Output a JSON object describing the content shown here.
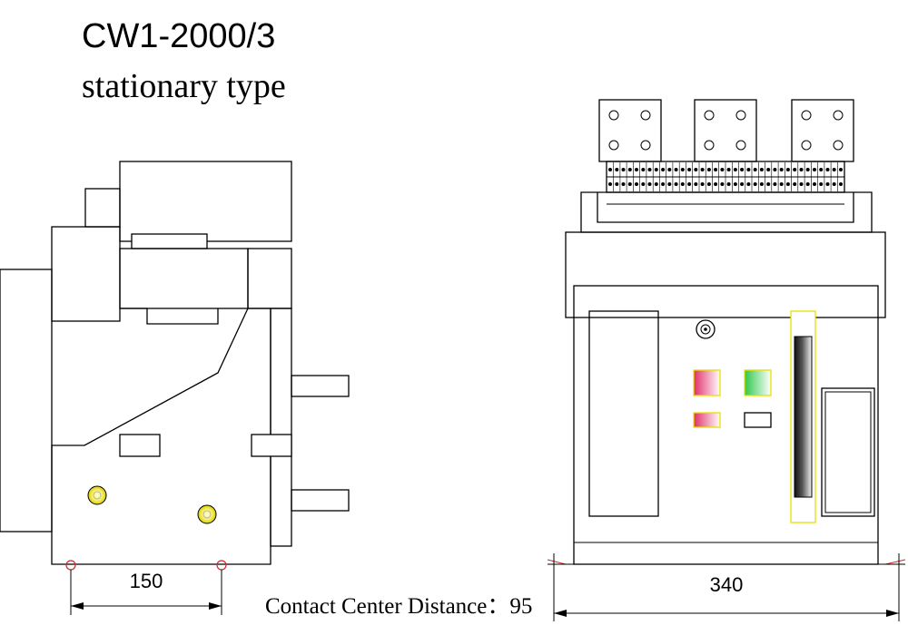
{
  "title": "CW1-2000/3",
  "subtitle": "stationary type",
  "side_view": {
    "dimension_value": "150"
  },
  "front_view": {
    "dimension_value": "340"
  },
  "caption": "Contact Center Distance：95",
  "colors": {
    "line": "#000000",
    "red_indicator": "#e0306a",
    "green_indicator": "#2ec84a",
    "highlight_yellow": "#e8e000",
    "dim_marker_red": "#cc2a2a"
  }
}
